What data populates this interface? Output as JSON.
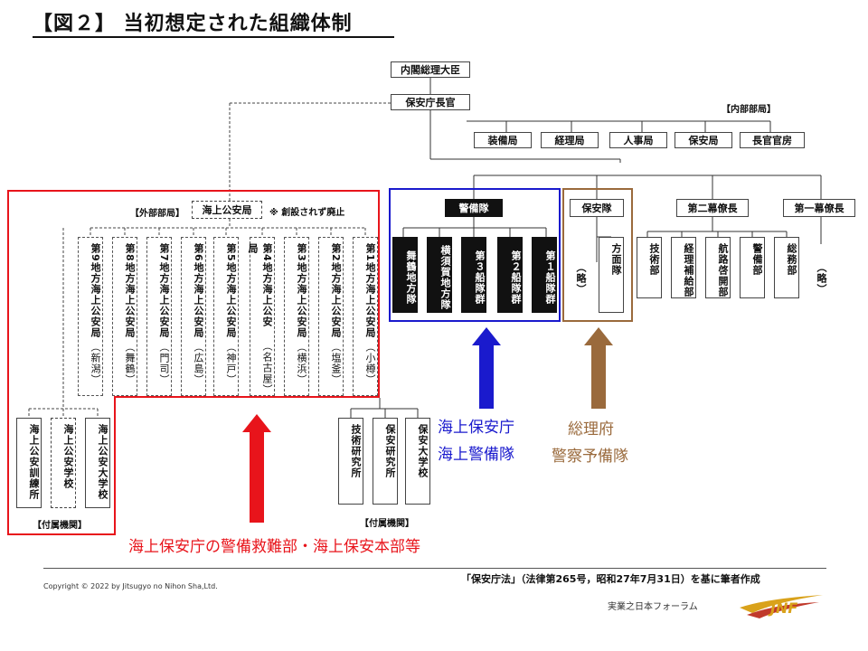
{
  "title": "【図２】 当初想定された組織体制",
  "top": {
    "cabinet": "内閣総理大臣",
    "director": "保安庁長官"
  },
  "internal": {
    "label": "【内部部局】",
    "items": [
      "装備局",
      "経理局",
      "人事局",
      "保安局",
      "長官官房"
    ]
  },
  "external": {
    "label": "【外部部局】",
    "agency": "海上公安局",
    "note": "※ 創設されず廃止",
    "regions": [
      {
        "name": "第9地方海上公安局",
        "city": "（新潟）"
      },
      {
        "name": "第8地方海上公安局",
        "city": "（舞鶴）"
      },
      {
        "name": "第7地方海上公安局",
        "city": "（門司）"
      },
      {
        "name": "第6地方海上公安局",
        "city": "（広島）"
      },
      {
        "name": "第5地方海上公安局",
        "city": "（神戸）"
      },
      {
        "name": "第4地方海上公安局",
        "city": "（名古屋）"
      },
      {
        "name": "第3地方海上公安局",
        "city": "（横浜）"
      },
      {
        "name": "第2地方海上公安局",
        "city": "（塩釜）"
      },
      {
        "name": "第1地方海上公安局",
        "city": "（小樽）"
      }
    ],
    "attached_label": "【付属機関】",
    "attached": [
      "海上公安訓練所",
      "海上公安学校",
      "海上公安大学校"
    ]
  },
  "guard": {
    "label": "警備隊",
    "units": [
      "舞鶴地方隊",
      "横須賀地方隊",
      "第３船隊群",
      "第２船隊群",
      "第１船隊群"
    ]
  },
  "hoantai": {
    "label": "保安隊",
    "units": [
      "（略）",
      "方面隊"
    ]
  },
  "second": {
    "label": "第二幕僚長",
    "units": [
      "技術部",
      "経理補給部",
      "航路啓開部",
      "警備部",
      "総務部"
    ]
  },
  "first": {
    "label": "第一幕僚長",
    "units": [
      "（略）"
    ]
  },
  "attached2": {
    "label": "【付属機関】",
    "items": [
      "技術研究所",
      "保安研究所",
      "保安大学校"
    ]
  },
  "captions": {
    "blue": [
      "海上保安庁",
      "海上警備隊"
    ],
    "brown": [
      "総理府",
      "警察予備隊"
    ],
    "red": "海上保安庁の警備救難部・海上保安本部等"
  },
  "colors": {
    "red": "#e8141b",
    "blue": "#1a1acd",
    "brown": "#9a6a3c"
  },
  "footer": {
    "source": "「保安庁法」（法律第265号，昭和27年7月31日）を基に筆者作成",
    "copyright": "Copyright ©  2022  by Jitsugyo  no Nihon Sha,Ltd.",
    "publisher": "実業之日本フォーラム",
    "logo": "JNF"
  }
}
